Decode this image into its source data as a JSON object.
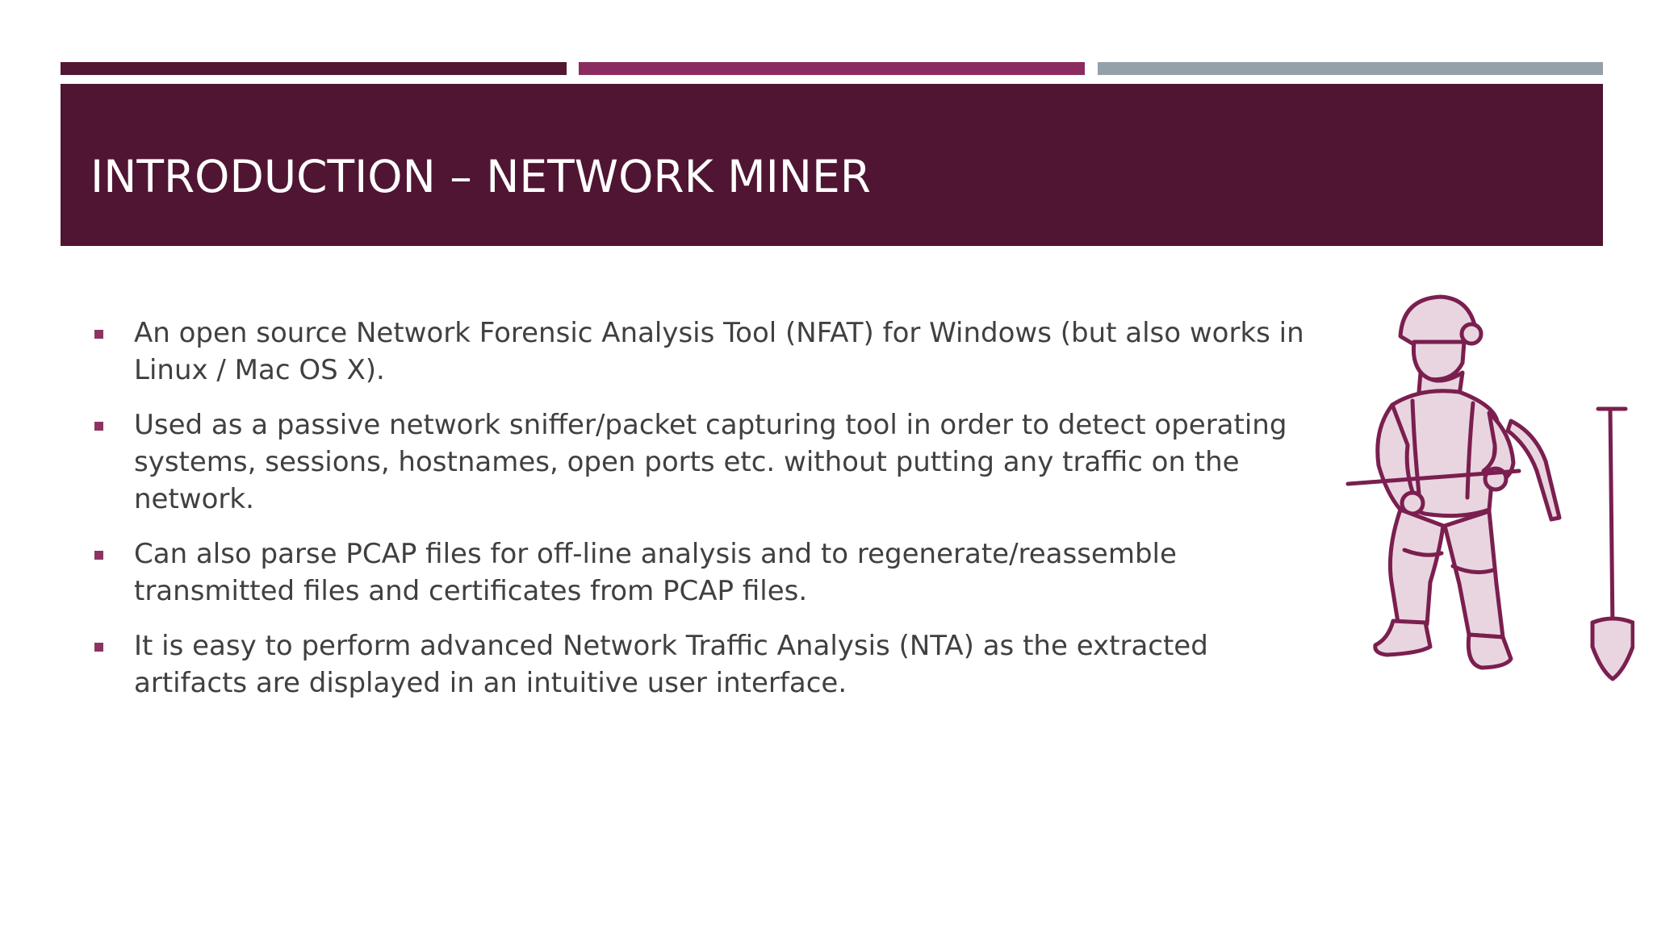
{
  "colors": {
    "accent_dark": "#521733",
    "accent_mid": "#8b2c60",
    "accent_gray": "#95a1a9",
    "banner": "#501532",
    "bullet": "#8b3462",
    "body_text": "#404040",
    "miner_fill": "#e9d5e0",
    "miner_stroke": "#7a1f4f"
  },
  "slide": {
    "title": "INTRODUCTION – NETWORK MINER",
    "bullets": [
      "An open source Network Forensic Analysis Tool (NFAT) for Windows (but also works in Linux / Mac OS X).",
      "Used as a passive network sniffer/packet capturing tool in order to detect operating systems, sessions, hostnames, open ports etc. without putting any traffic on the network.",
      "Can also parse PCAP files for off-line analysis and to regenerate/reassemble transmitted files and certificates from PCAP files.",
      "It is easy to perform advanced Network Traffic Analysis (NTA) as the extracted artifacts are displayed in an intuitive user interface."
    ],
    "illustration": {
      "icon": "miner-with-pickaxe-and-shovel-icon"
    }
  }
}
